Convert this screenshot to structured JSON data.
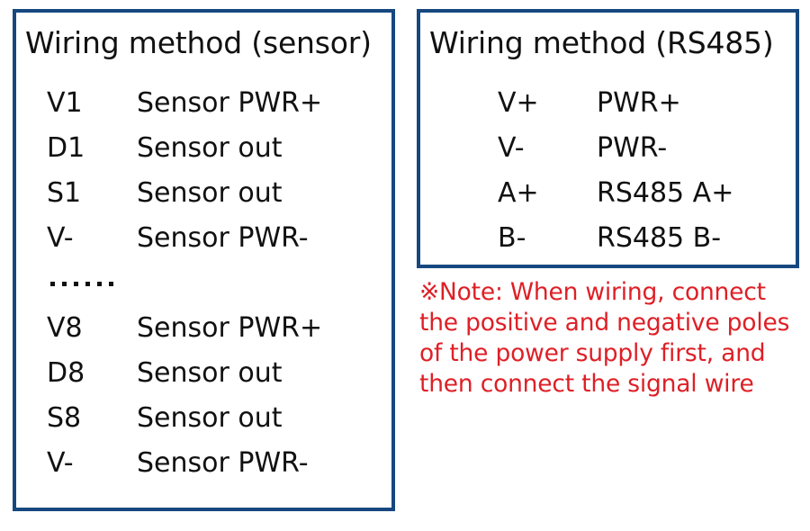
{
  "colors": {
    "border_blue": "#16487f",
    "note_red": "#de1f26",
    "text_black": "#111111",
    "background": "#ffffff"
  },
  "panels": [
    {
      "id": "sensor",
      "title": "Wiring method (sensor)",
      "rows": [
        {
          "pin": "V1",
          "desc": "Sensor PWR+"
        },
        {
          "pin": "D1",
          "desc": "Sensor out"
        },
        {
          "pin": "S1",
          "desc": "Sensor out"
        },
        {
          "pin": "V-",
          "desc": "Sensor PWR-"
        },
        {
          "pin": "......",
          "desc": "",
          "type": "ellipsis",
          "dot_count": 6
        },
        {
          "pin": "V8",
          "desc": "Sensor PWR+"
        },
        {
          "pin": "D8",
          "desc": "Sensor out"
        },
        {
          "pin": "S8",
          "desc": "Sensor out"
        },
        {
          "pin": "V-",
          "desc": "Sensor PWR-"
        }
      ]
    },
    {
      "id": "rs485",
      "title": "Wiring method (RS485)",
      "rows": [
        {
          "pin": "V+",
          "desc": "PWR+"
        },
        {
          "pin": "V-",
          "desc": "PWR-"
        },
        {
          "pin": "A+",
          "desc": "RS485 A+"
        },
        {
          "pin": "B-",
          "desc": "RS485 B-"
        }
      ]
    }
  ],
  "note": {
    "mark": "※",
    "lines": [
      "Note: When wiring, connect",
      "the positive and negative poles",
      "of the power supply first, and",
      "then connect the signal wire"
    ],
    "full_text": "※Note: When wiring, connect the positive and negative poles of the power supply first, and then connect the signal wire"
  }
}
